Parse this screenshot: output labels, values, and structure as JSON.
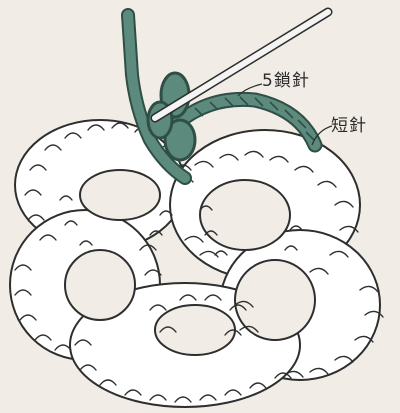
{
  "labels": {
    "chain_stitch": "5鎖針",
    "single_crochet": "短針"
  },
  "colors": {
    "background": "#f1ede6",
    "yarn_fill": "#ffffff",
    "yarn_stroke": "#2e2e2e",
    "green_yarn": "#5c8a7c",
    "green_dark": "#2f4f46",
    "hook": "#f4f4f4"
  },
  "icons": [
    "crochet-hook",
    "yarn-strand",
    "leader-line"
  ]
}
